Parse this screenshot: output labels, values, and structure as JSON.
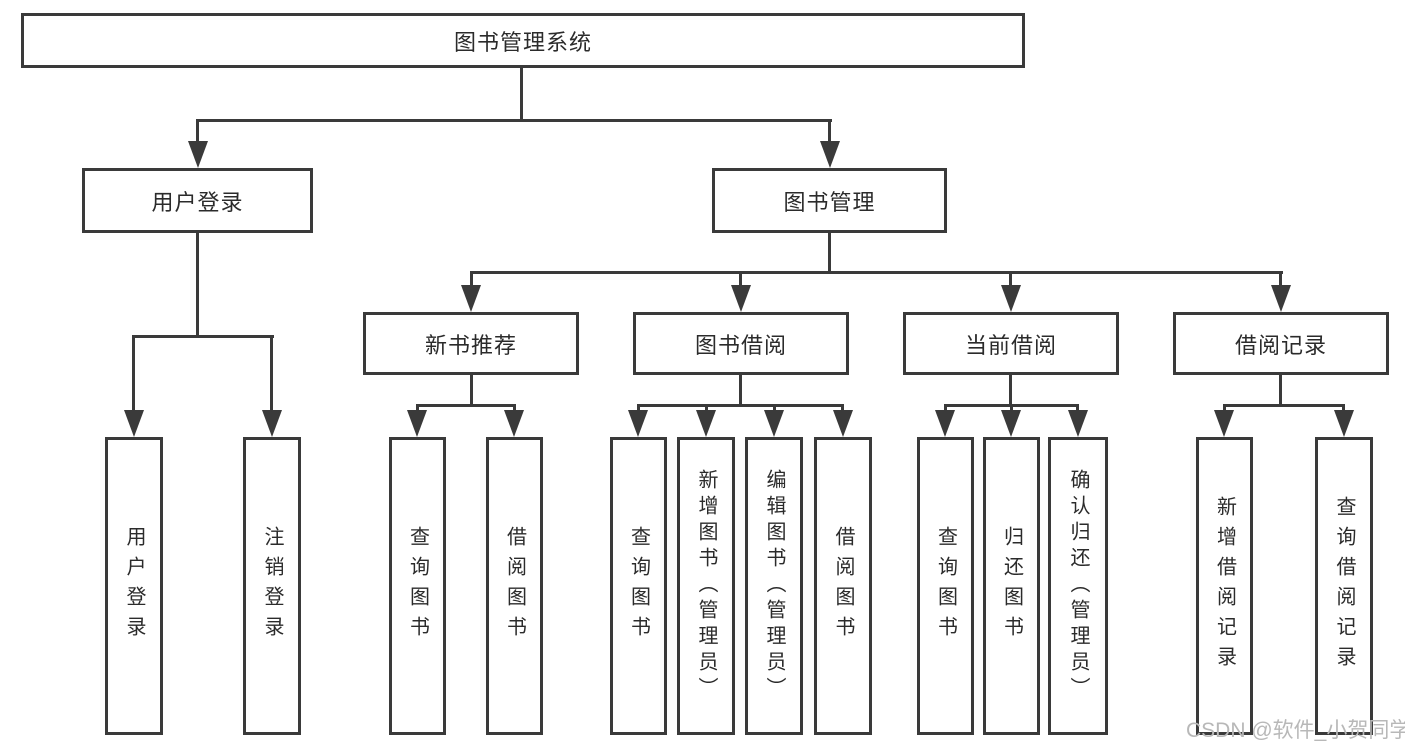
{
  "diagram": {
    "root": {
      "label": "图书管理系统"
    },
    "branches": [
      {
        "label": "用户登录",
        "children": [
          {
            "label": "用户登录"
          },
          {
            "label": "注销登录"
          }
        ]
      },
      {
        "label": "图书管理",
        "children": [
          {
            "label": "新书推荐",
            "children": [
              {
                "label": "查询图书"
              },
              {
                "label": "借阅图书"
              }
            ]
          },
          {
            "label": "图书借阅",
            "children": [
              {
                "label": "查询图书"
              },
              {
                "label": "新增图书（管理员）"
              },
              {
                "label": "编辑图书（管理员）"
              },
              {
                "label": "借阅图书"
              }
            ]
          },
          {
            "label": "当前借阅",
            "children": [
              {
                "label": "查询图书"
              },
              {
                "label": "归还图书"
              },
              {
                "label": "确认归还（管理员）"
              }
            ]
          },
          {
            "label": "借阅记录",
            "children": [
              {
                "label": "新增借阅记录"
              },
              {
                "label": "查询借阅记录"
              }
            ]
          }
        ]
      }
    ]
  },
  "watermark": {
    "text": "CSDN @软件_小贺同学"
  },
  "colors": {
    "line": "#3a3a3a",
    "text": "#2b2b2b",
    "watermark": "#b8b8b8",
    "background": "#ffffff"
  }
}
